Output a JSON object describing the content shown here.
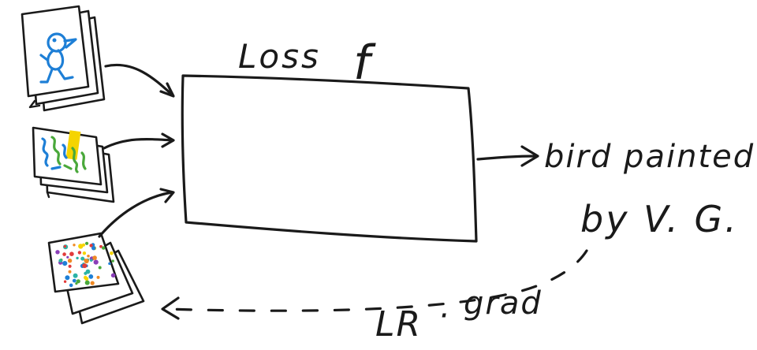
{
  "box_label": "Loss",
  "function_symbol": "f",
  "output_line1": "bird painted",
  "output_line2": "by V. G.",
  "update_label_lr": "LR",
  "update_label_dot": "·",
  "update_label_grad": "grad",
  "colors": {
    "ink": "#1a1a1a",
    "bird_blue": "#1e7fd6",
    "highlight_yellow": "#f5d400",
    "stroke_green": "#49a83a",
    "paper": "#ffffff"
  }
}
